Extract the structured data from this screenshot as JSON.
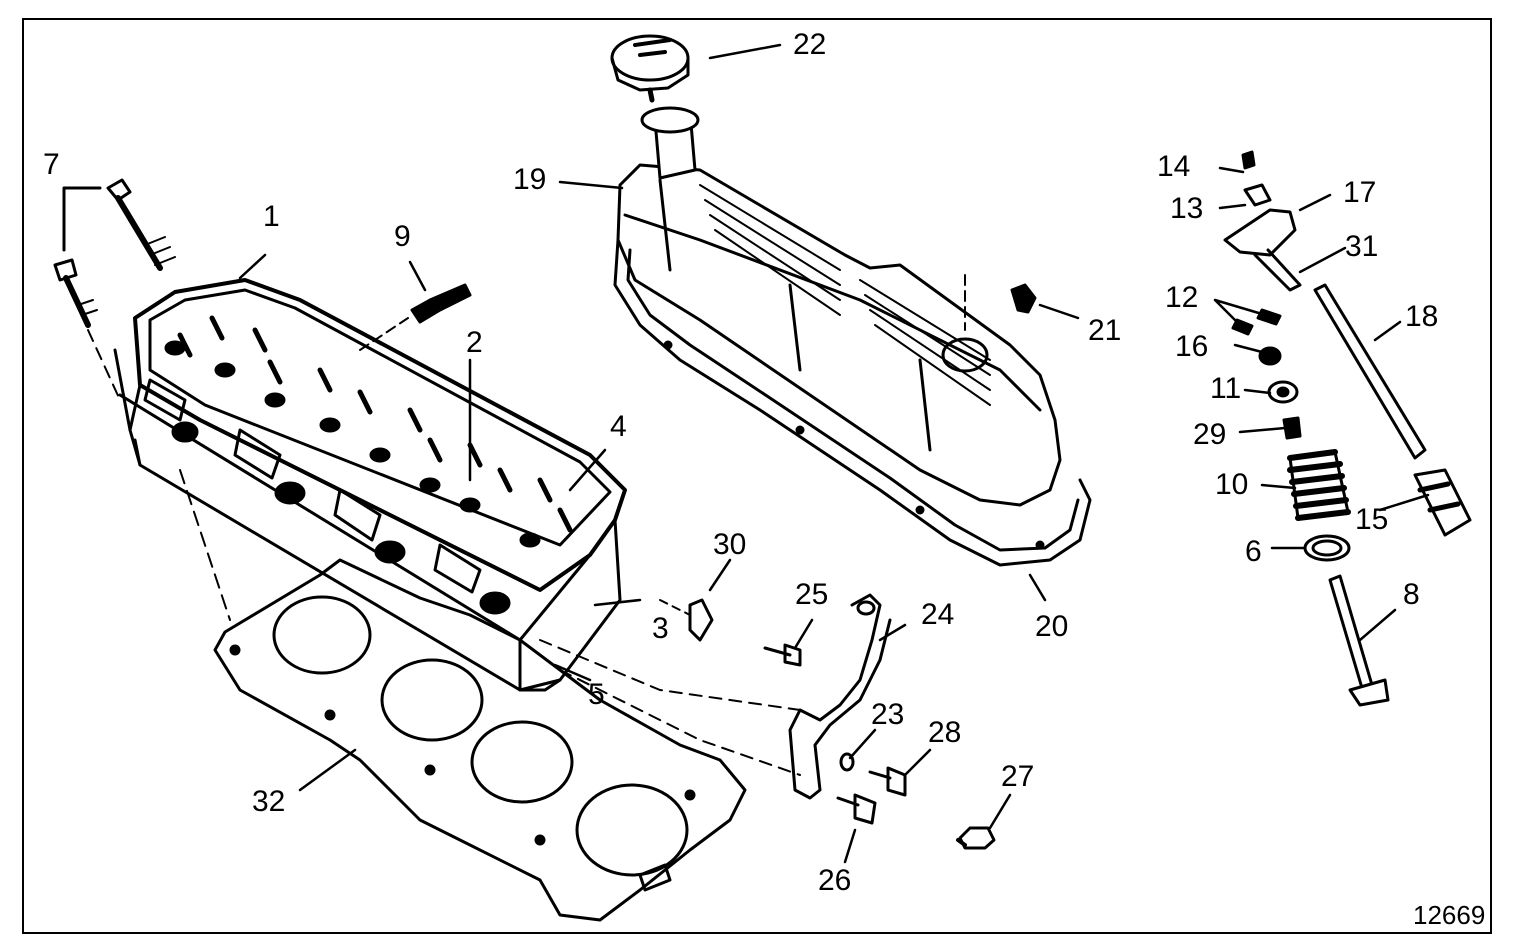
{
  "figure_number": "12669",
  "callouts": {
    "c1": "1",
    "c2": "2",
    "c3": "3",
    "c4": "4",
    "c5": "5",
    "c6": "6",
    "c7": "7",
    "c8": "8",
    "c9": "9",
    "c10": "10",
    "c11": "11",
    "c12": "12",
    "c13": "13",
    "c14": "14",
    "c15": "15",
    "c16": "16",
    "c17": "17",
    "c18": "18",
    "c19": "19",
    "c20": "20",
    "c21": "21",
    "c22": "22",
    "c23": "23",
    "c24": "24",
    "c25": "25",
    "c26": "26",
    "c27": "27",
    "c28": "28",
    "c29": "29",
    "c30": "30",
    "c31": "31",
    "c32": "32"
  }
}
